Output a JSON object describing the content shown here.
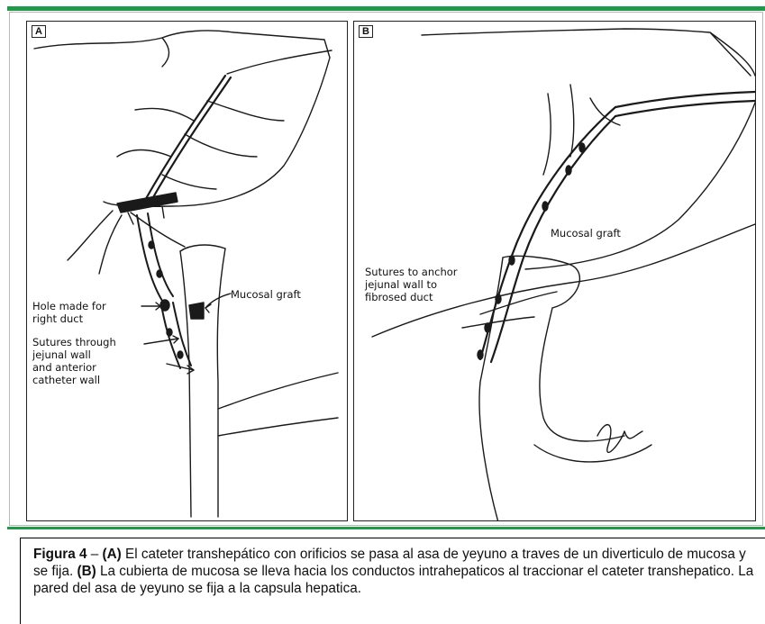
{
  "panel_a": {
    "letter": "A",
    "labels": {
      "mucosal_graft": "Mucosal graft",
      "hole_line1": "Hole made for",
      "hole_line2": "right duct",
      "sutures_line1": "Sutures through",
      "sutures_line2": "jejunal wall",
      "sutures_line3": "and anterior",
      "sutures_line4": "catheter wall"
    }
  },
  "panel_b": {
    "letter": "B",
    "labels": {
      "mucosal_graft": "Mucosal graft",
      "anchor_line1": "Sutures to anchor",
      "anchor_line2": "jejunal wall to",
      "anchor_line3": "fibrosed duct"
    }
  },
  "caption": {
    "figure_label": "Figura 4",
    "dash": " – ",
    "a_marker": "(A)",
    "a_text": " El cateter transhepático con orificios se pasa al asa de yeyuno a traves de un diverticulo de mucosa y se fija. ",
    "b_marker": "(B)",
    "b_text": " La cubierta de mucosa se lleva hacia los conductos intrahepaticos al traccionar el cateter transhepatico. La pared del asa de yeyuno se fija a la capsula hepatica."
  },
  "colors": {
    "accent_green": "#1f9a48",
    "ink": "#111111"
  }
}
